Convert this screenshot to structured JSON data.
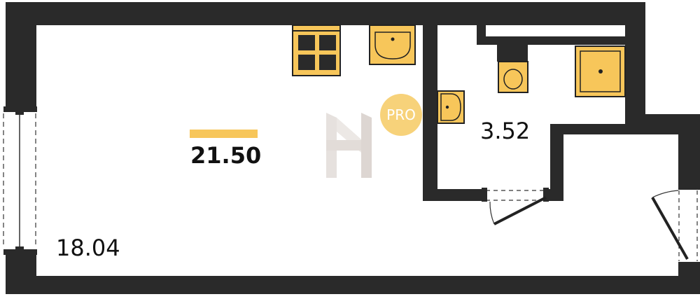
{
  "plan": {
    "total_area": "21.50",
    "room_area": "18.04",
    "bathroom_area": "3.52",
    "badge": "PRO",
    "colors": {
      "wall": "#2a2a2a",
      "fixture": "#f7c65a",
      "fixture_stroke": "#222222",
      "accent_bar": "#f7c65a",
      "badge": "#f7d27a",
      "logo": "#e6e1de"
    },
    "icons": [
      "stove-icon",
      "kitchen-sink-icon",
      "toilet-icon",
      "shower-icon",
      "bathroom-sink-icon",
      "logo-icon"
    ]
  }
}
